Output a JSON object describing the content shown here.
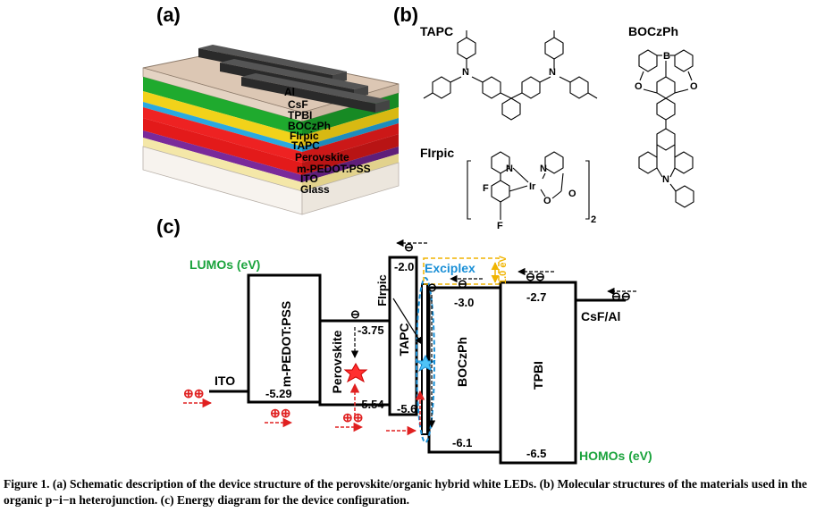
{
  "panels": {
    "a": "(a)",
    "b": "(b)",
    "c": "(c)"
  },
  "device_layers": [
    "Al",
    "CsF",
    "TPBI",
    "BOCzPh",
    "FIrpic",
    "TAPC",
    "Perovskite",
    "m-PEDOT:PSS",
    "ITO",
    "Glass"
  ],
  "molecules": {
    "tapc": "TAPC",
    "boczph": "BOCzPh",
    "firpic": "FIrpic",
    "atoms": {
      "N": "N",
      "O": "O",
      "B": "B",
      "Ir": "Ir",
      "F": "F"
    },
    "subscript": "2"
  },
  "energy": {
    "lumos_label": "LUMOs (eV)",
    "homos_label": "HOMOs (eV)",
    "ito": "ITO",
    "pedot": "m-PEDOT:PSS",
    "pedot_homo": "-5.29",
    "perovskite": "Perovskite",
    "perovskite_lumo": "-3.75",
    "perovskite_homo": "-5.54",
    "tapc": "TAPC",
    "tapc_lumo": "-2.0",
    "tapc_homo": "-5.6",
    "firpic": "FIrpic",
    "exciplex": "Exciplex",
    "gap": "1.0 eV",
    "boczph": "BOCzPh",
    "boczph_lumo": "-3.0",
    "boczph_homo": "-6.1",
    "tpbi": "TPBI",
    "tpbi_lumo": "-2.7",
    "tpbi_homo": "-6.5",
    "csf_al": "CsF/Al",
    "hole": "⊕",
    "holes": "⊕⊕",
    "electron": "⊖",
    "electrons": "⊖⊖"
  },
  "colors": {
    "hole_red": "#e02020",
    "exciplex_blue": "#1a8fd6",
    "gap_orange": "#f0b400",
    "lumo_green": "#1aa33c",
    "layer_tpbi": "#1faa2e",
    "layer_boczph": "#f2d21a",
    "layer_firpic": "#29a9e0",
    "layer_tapc": "#ee2222",
    "layer_perovskite": "#c81818",
    "layer_pedot": "#7a2a9a",
    "layer_ito": "#f4e7a8",
    "layer_top": "#dcc7b4"
  },
  "caption": "Figure 1. (a) Schematic description of the device structure of the perovskite/organic hybrid white LEDs. (b) Molecular structures of the materials used in the organic p−i−n heterojunction. (c) Energy diagram for the device configuration."
}
